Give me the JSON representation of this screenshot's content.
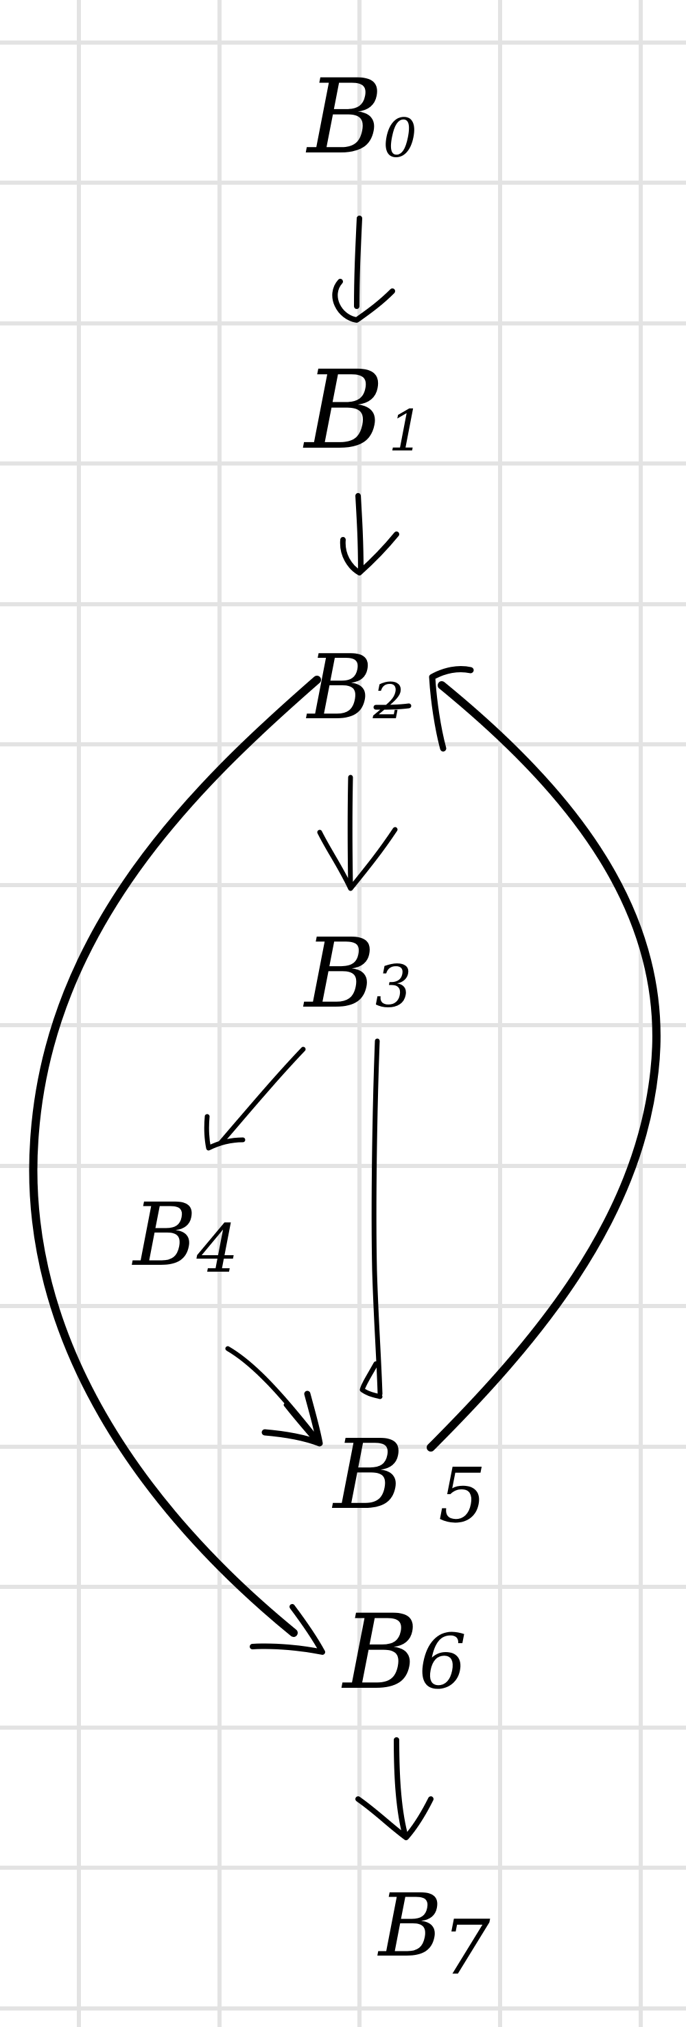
{
  "diagram": {
    "nodes": [
      {
        "id": "B0",
        "base": "B",
        "sub": "0"
      },
      {
        "id": "B1",
        "base": "B",
        "sub": "1"
      },
      {
        "id": "B2",
        "base": "B",
        "sub": "2"
      },
      {
        "id": "B3",
        "base": "B",
        "sub": "3"
      },
      {
        "id": "B4",
        "base": "B",
        "sub": "4"
      },
      {
        "id": "B5",
        "base": "B",
        "sub": "5"
      },
      {
        "id": "B6",
        "base": "B",
        "sub": "6"
      },
      {
        "id": "B7",
        "base": "B",
        "sub": "7"
      }
    ],
    "edges": [
      {
        "from": "B0",
        "to": "B1"
      },
      {
        "from": "B1",
        "to": "B2"
      },
      {
        "from": "B2",
        "to": "B3"
      },
      {
        "from": "B3",
        "to": "B4"
      },
      {
        "from": "B3",
        "to": "B5"
      },
      {
        "from": "B4",
        "to": "B5"
      },
      {
        "from": "B5",
        "to": "B2"
      },
      {
        "from": "B2",
        "to": "B6"
      },
      {
        "from": "B6",
        "to": "B7"
      }
    ],
    "ink_color": "#000000",
    "grid_color": "#e3e3e3",
    "background_color": "#ffffff"
  }
}
